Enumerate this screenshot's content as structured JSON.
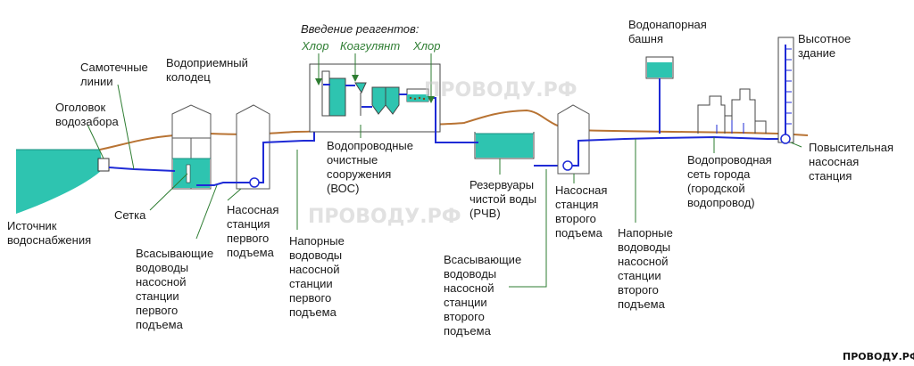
{
  "labels": {
    "source": [
      "Источник",
      "водоснабжения"
    ],
    "intake_head": [
      "Оголовок",
      "водозабора"
    ],
    "gravity_lines": [
      "Самотечные",
      "линии"
    ],
    "intake_well": [
      "Водоприемный",
      "колодец"
    ],
    "screen": "Сетка",
    "suction_first": [
      "Всасывающие",
      "водоводы",
      "насосной",
      "станции",
      "первого",
      "подъема"
    ],
    "pump_station_first": [
      "Насосная",
      "станция",
      "первого",
      "подъема"
    ],
    "pressure_first": [
      "Напорные",
      "водоводы",
      "насосной",
      "станции",
      "первого",
      "подъема"
    ],
    "reagents_title": "Введение реагентов:",
    "reagent_chlorine_1": "Хлор",
    "reagent_coagulant": "Коагулянт",
    "reagent_chlorine_2": "Хлор",
    "treatment": [
      "Водопроводные",
      "очистные",
      "сооружения",
      "(ВОС)"
    ],
    "reservoirs": [
      "Резервуары",
      "чистой воды",
      "(РЧВ)"
    ],
    "suction_second": [
      "Всасывающие",
      "водоводы",
      "насосной",
      "станции",
      "второго",
      "подъема"
    ],
    "pump_station_second": [
      "Насосная",
      "станция",
      "второго",
      "подъема"
    ],
    "pressure_second": [
      "Напорные",
      "водоводы",
      "насосной",
      "станции",
      "второго",
      "подъема"
    ],
    "water_tower": [
      "Водонапорная",
      "башня"
    ],
    "city_network": [
      "Водопроводная",
      "сеть города",
      "(городской",
      "водопровод)"
    ],
    "high_rise": [
      "Высотное",
      "здание"
    ],
    "booster": [
      "Повысительная",
      "насосная",
      "станция"
    ]
  },
  "watermark": "ПРОВОДУ.РФ",
  "brand": "ПРОВОДУ.РФ",
  "colors": {
    "water": "#2ec4b0",
    "pipe": "#1f2bd6",
    "ground": "#b87333",
    "reagent_text": "#2e7d32"
  }
}
